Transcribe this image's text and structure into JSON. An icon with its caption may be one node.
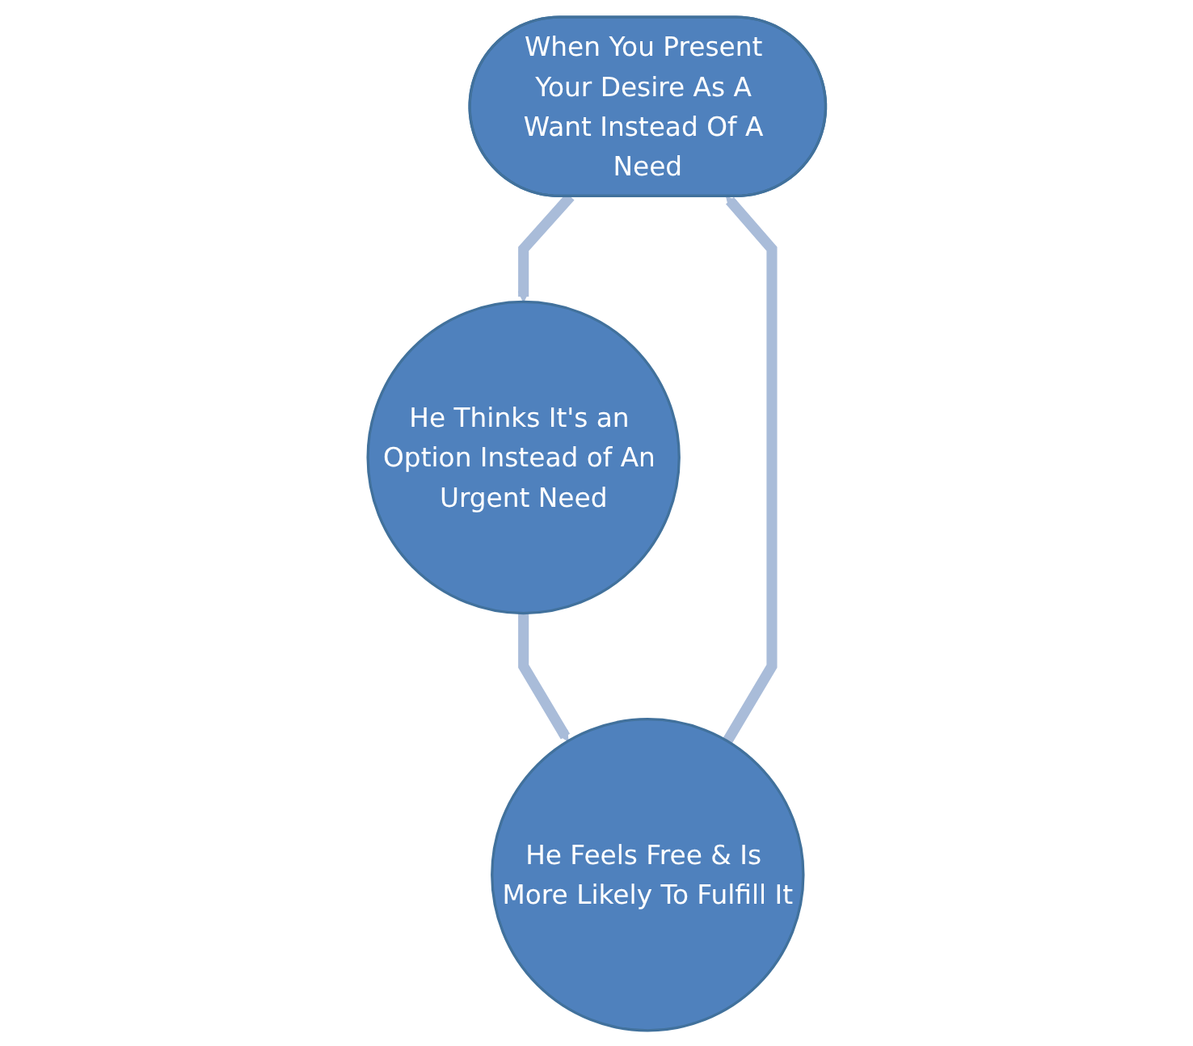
{
  "diagram": {
    "nodes": [
      {
        "text": [
          "When You Present Your Desire As A Want Instead Of A Need"
        ]
      },
      {
        "text": [
          "He Thinks It's an Option Instead of An Urgent Need"
        ]
      },
      {
        "text": [
          "He Feels Free & Is More Likely To Fulfill It"
        ]
      }
    ],
    "edges": [
      {
        "from": 0,
        "to": 1,
        "arrow": "to"
      },
      {
        "from": 1,
        "to": 2,
        "arrow": "to"
      },
      {
        "from": 2,
        "to": 0,
        "arrow": "to"
      }
    ]
  }
}
